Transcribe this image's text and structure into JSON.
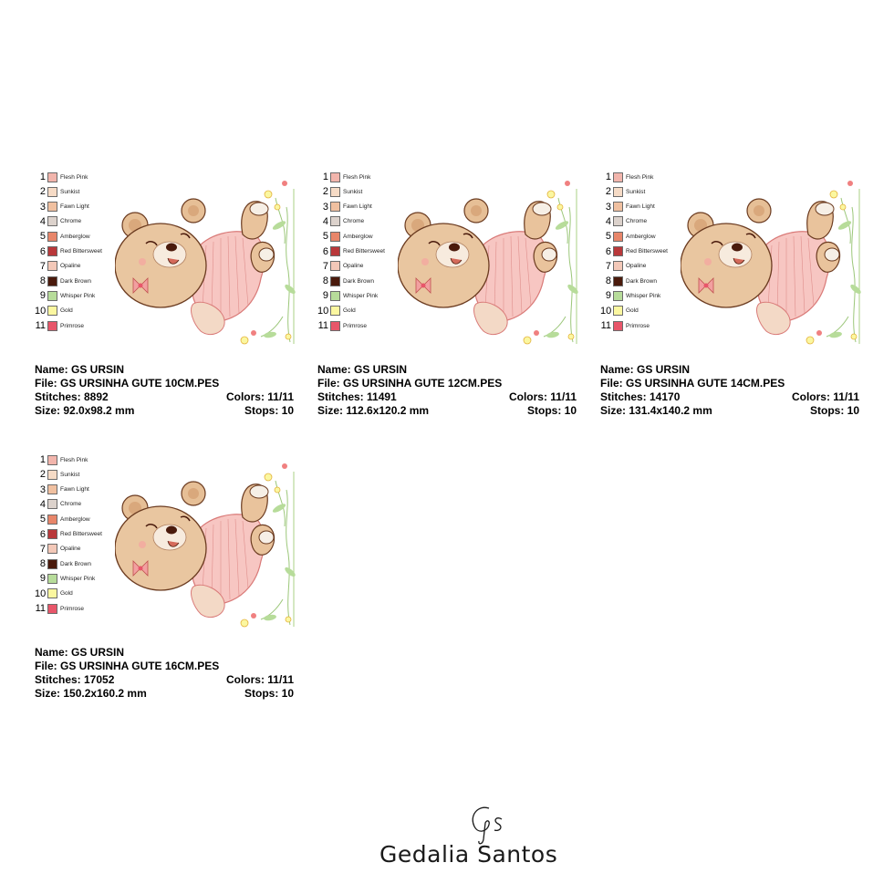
{
  "palette": [
    {
      "num": "1",
      "name": "Flesh Pink",
      "color": "#f2b5ac"
    },
    {
      "num": "2",
      "name": "Sunkist",
      "color": "#f6dbc6"
    },
    {
      "num": "3",
      "name": "Fawn Light",
      "color": "#f0c0a0"
    },
    {
      "num": "4",
      "name": "Chrome",
      "color": "#dcd2cc"
    },
    {
      "num": "5",
      "name": "Amberglow",
      "color": "#e8866a"
    },
    {
      "num": "6",
      "name": "Red Bittersweet",
      "color": "#b9383a"
    },
    {
      "num": "7",
      "name": "Opaline",
      "color": "#f3c8b8"
    },
    {
      "num": "8",
      "name": "Dark Brown",
      "color": "#4a1a0c"
    },
    {
      "num": "9",
      "name": "Whisper Pink",
      "color": "#b7dc9a"
    },
    {
      "num": "10",
      "name": "Gold",
      "color": "#fbf7a0"
    },
    {
      "num": "11",
      "name": "Primrose",
      "color": "#e8566a"
    }
  ],
  "designs": [
    {
      "name": "Name: GS URSIN",
      "file": "File: GS URSINHA GUTE 10CM.PES",
      "stitches": "Stitches: 8892",
      "colors": "Colors: 11/11",
      "size": "Size: 92.0x98.2 mm",
      "stops": "Stops: 10"
    },
    {
      "name": "Name: GS URSIN",
      "file": "File: GS URSINHA GUTE 12CM.PES",
      "stitches": "Stitches: 11491",
      "colors": "Colors: 11/11",
      "size": "Size: 112.6x120.2 mm",
      "stops": "Stops: 10"
    },
    {
      "name": "Name: GS URSIN",
      "file": "File: GS URSINHA GUTE 14CM.PES",
      "stitches": "Stitches: 14170",
      "colors": "Colors: 11/11",
      "size": "Size: 131.4x140.2 mm",
      "stops": "Stops: 10"
    },
    {
      "name": "Name: GS URSIN",
      "file": "File: GS URSINHA GUTE 16CM.PES",
      "stitches": "Stitches: 17052",
      "colors": "Colors: 11/11",
      "size": "Size: 150.2x160.2 mm",
      "stops": "Stops: 10"
    }
  ],
  "logo": {
    "monogram": "Gs",
    "text": "Gedalia Santos"
  }
}
